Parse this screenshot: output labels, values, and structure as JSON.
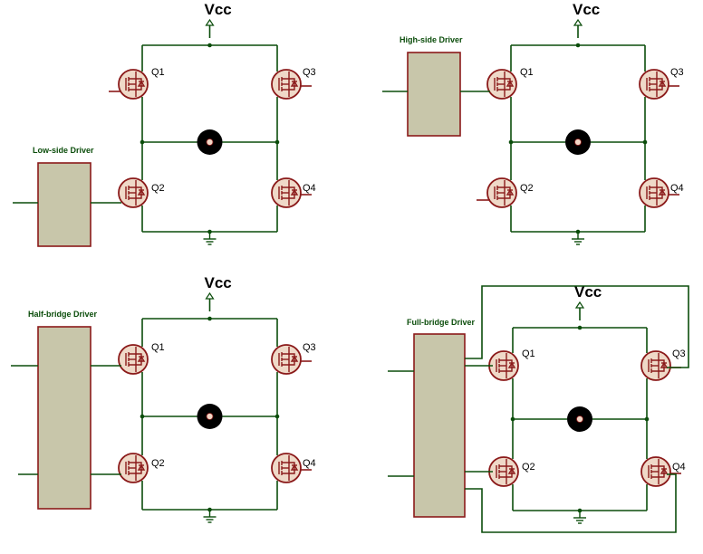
{
  "vcc_label": "Vcc",
  "transistor_labels": [
    "Q1",
    "Q2",
    "Q3",
    "Q4"
  ],
  "panels": [
    {
      "id": "low-side",
      "driver_label": "Low-side Driver"
    },
    {
      "id": "high-side",
      "driver_label": "High-side Driver"
    },
    {
      "id": "half-bridge",
      "driver_label": "Half-bridge Driver"
    },
    {
      "id": "full-bridge",
      "driver_label": "Full-bridge Driver"
    }
  ],
  "colors": {
    "wire": "#0b4d0b",
    "component": "#8b1a1a",
    "driver_fill": "#c8c6aa",
    "transistor_fill": "#efd9c8"
  }
}
